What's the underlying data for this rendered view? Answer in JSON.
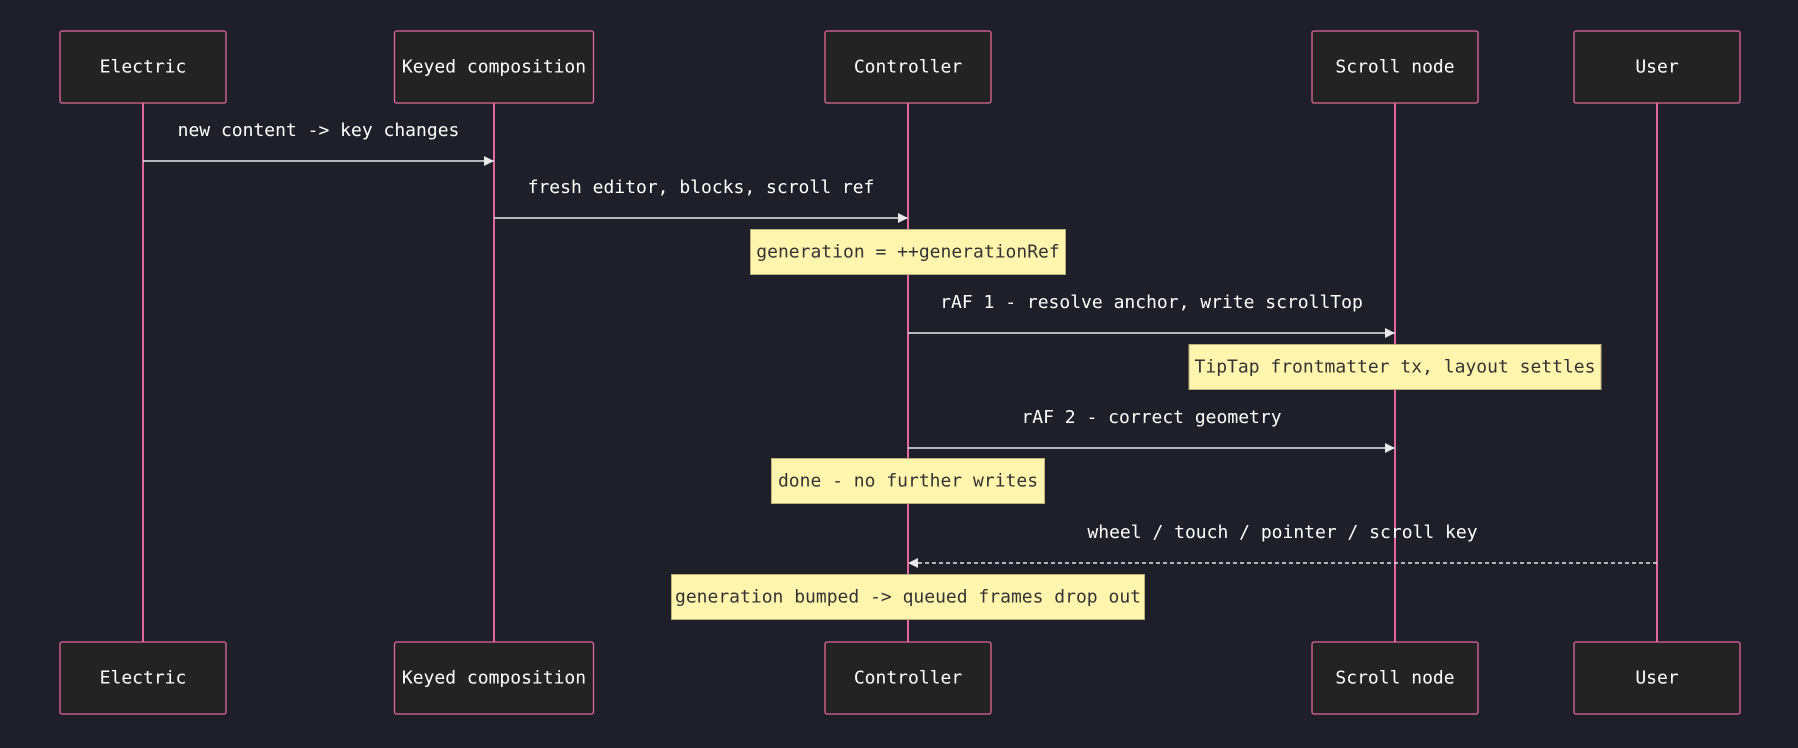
{
  "participants": [
    {
      "id": "electric",
      "label": "Electric"
    },
    {
      "id": "keyed",
      "label": "Keyed composition"
    },
    {
      "id": "controller",
      "label": "Controller"
    },
    {
      "id": "scroll",
      "label": "Scroll node"
    },
    {
      "id": "user",
      "label": "User"
    }
  ],
  "events": [
    {
      "kind": "message",
      "from": "electric",
      "to": "keyed",
      "label": "new content -> key changes",
      "style": "solid"
    },
    {
      "kind": "message",
      "from": "keyed",
      "to": "controller",
      "label": "fresh editor, blocks, scroll ref",
      "style": "solid"
    },
    {
      "kind": "note",
      "over": "controller",
      "label": "generation = ++generationRef"
    },
    {
      "kind": "message",
      "from": "controller",
      "to": "scroll",
      "label": "rAF 1 - resolve anchor, write scrollTop",
      "style": "solid"
    },
    {
      "kind": "note",
      "over": "scroll",
      "label": "TipTap frontmatter tx, layout settles"
    },
    {
      "kind": "message",
      "from": "controller",
      "to": "scroll",
      "label": "rAF 2 - correct geometry",
      "style": "solid"
    },
    {
      "kind": "note",
      "over": "controller",
      "label": "done - no further writes"
    },
    {
      "kind": "message",
      "from": "user",
      "to": "controller",
      "label": "wheel / touch / pointer / scroll key",
      "style": "dashed"
    },
    {
      "kind": "note",
      "over": "controller",
      "label": "generation bumped -> queued frames drop out"
    }
  ],
  "colors": {
    "background": "#1e1f29",
    "lifeline": "#e0689a",
    "actor_fill": "#232323",
    "note_fill": "#fff5ad",
    "arrow": "#e8e8e8"
  }
}
